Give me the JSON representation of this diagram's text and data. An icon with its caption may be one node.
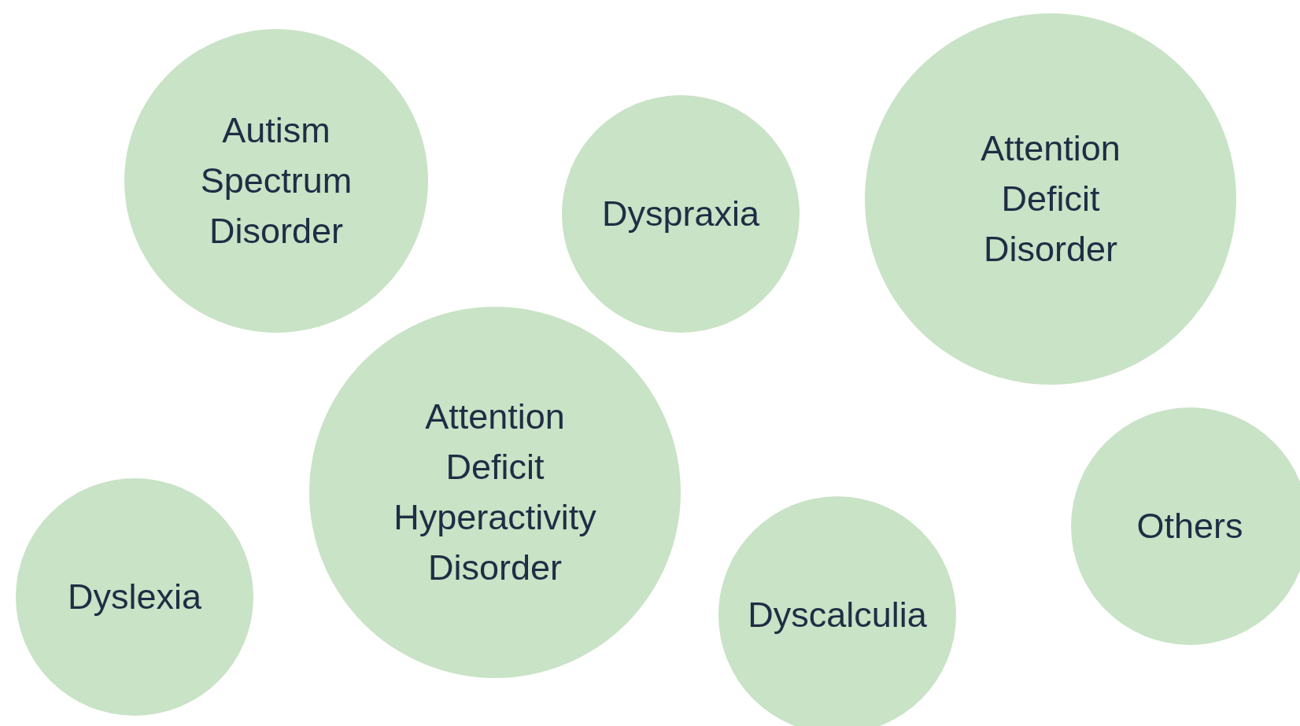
{
  "diagram": {
    "nodes": [
      {
        "text": [
          "Autism Spectrum Disorder"
        ]
      },
      {
        "text": [
          "Dyspraxia"
        ]
      },
      {
        "text": [
          "Attention Deficit Disorder"
        ]
      },
      {
        "text": [
          "Attention Deficit Hyperactivity Disorder"
        ]
      },
      {
        "text": [
          "Dyslexia"
        ]
      },
      {
        "text": [
          "Dyscalculia"
        ]
      },
      {
        "text": [
          "Others"
        ]
      }
    ]
  }
}
